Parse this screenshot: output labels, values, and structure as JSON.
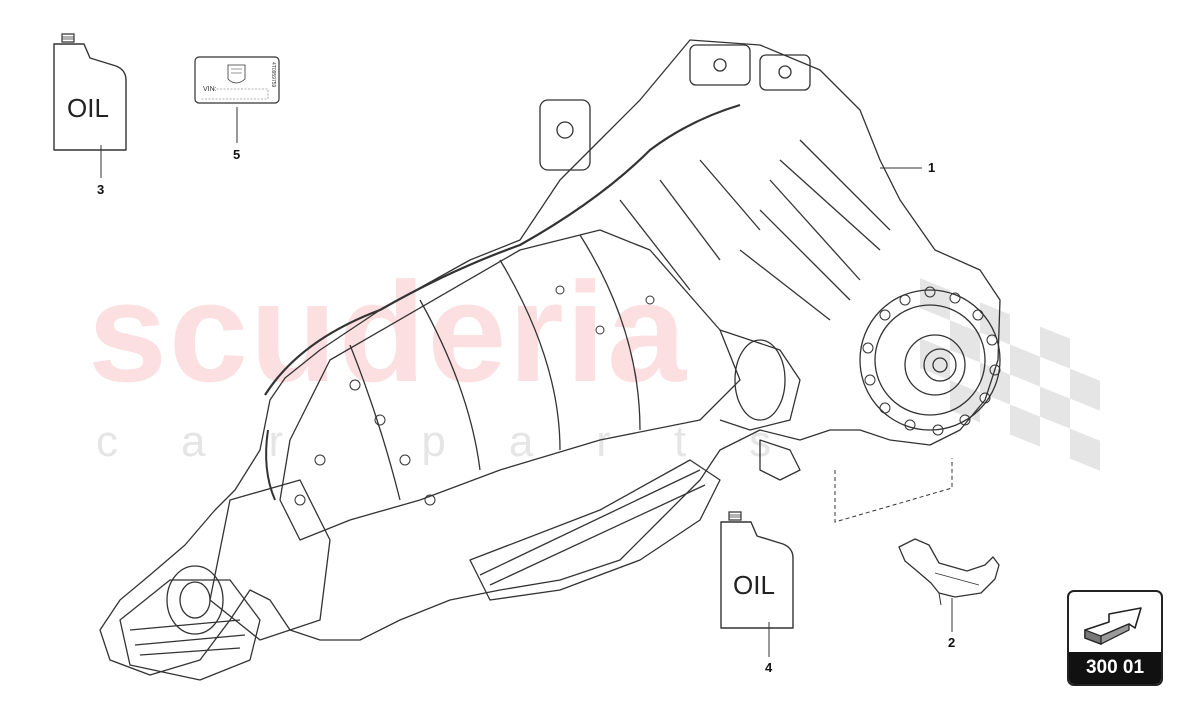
{
  "watermark": {
    "brand": "scuderia",
    "sub": "car parts"
  },
  "parts": {
    "oil_top_label": "OIL",
    "oil_bottom_label": "OIL",
    "vin_label": "VIN:",
    "tag_code": "4T0959759"
  },
  "callouts": {
    "c1": "1",
    "c2": "2",
    "c3": "3",
    "c4": "4",
    "c5": "5"
  },
  "page_badge": {
    "code": "300 01"
  },
  "colors": {
    "watermark_red": "#ec6e76",
    "line": "#333333",
    "badge_bg": "#111111"
  }
}
